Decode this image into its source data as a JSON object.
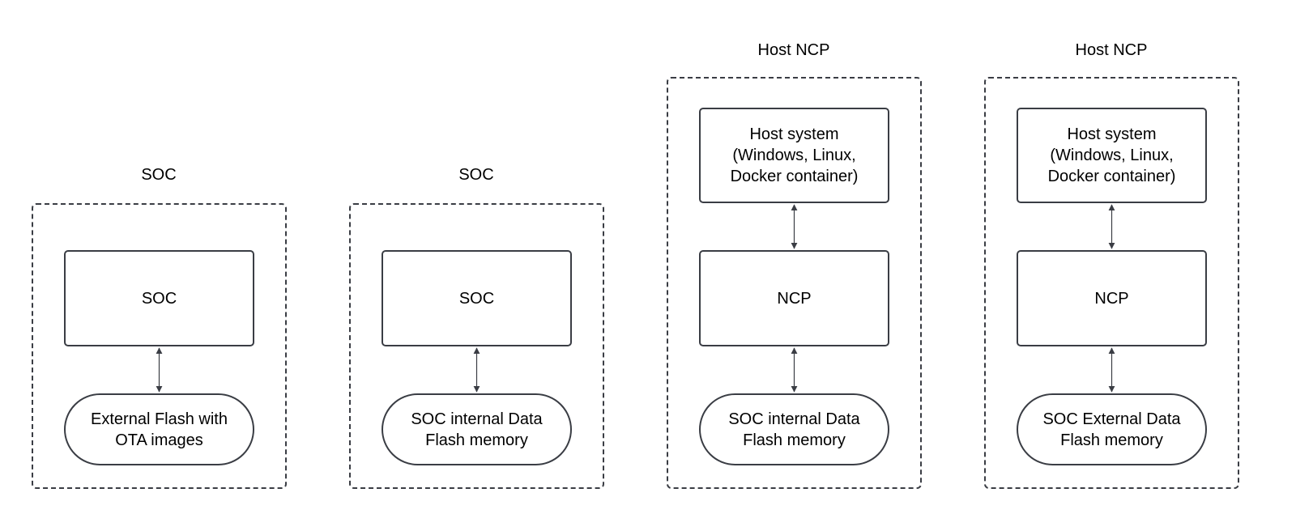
{
  "colors": {
    "stroke": "#3a3d44",
    "background": "#ffffff",
    "text": "#000000"
  },
  "diagrams": [
    {
      "title": "SOC",
      "top_box": "",
      "middle_box": "SOC",
      "bottom_pill": "External Flash with\nOTA images"
    },
    {
      "title": "SOC",
      "top_box": "",
      "middle_box": "SOC",
      "bottom_pill": "SOC internal Data\nFlash memory"
    },
    {
      "title": "Host NCP",
      "top_box": "Host system\n(Windows, Linux,\nDocker container)",
      "middle_box": "NCP",
      "bottom_pill": "SOC internal Data\nFlash memory"
    },
    {
      "title": "Host NCP",
      "top_box": "Host system\n(Windows, Linux,\nDocker container)",
      "middle_box": "NCP",
      "bottom_pill": "SOC External Data\nFlash memory"
    }
  ]
}
